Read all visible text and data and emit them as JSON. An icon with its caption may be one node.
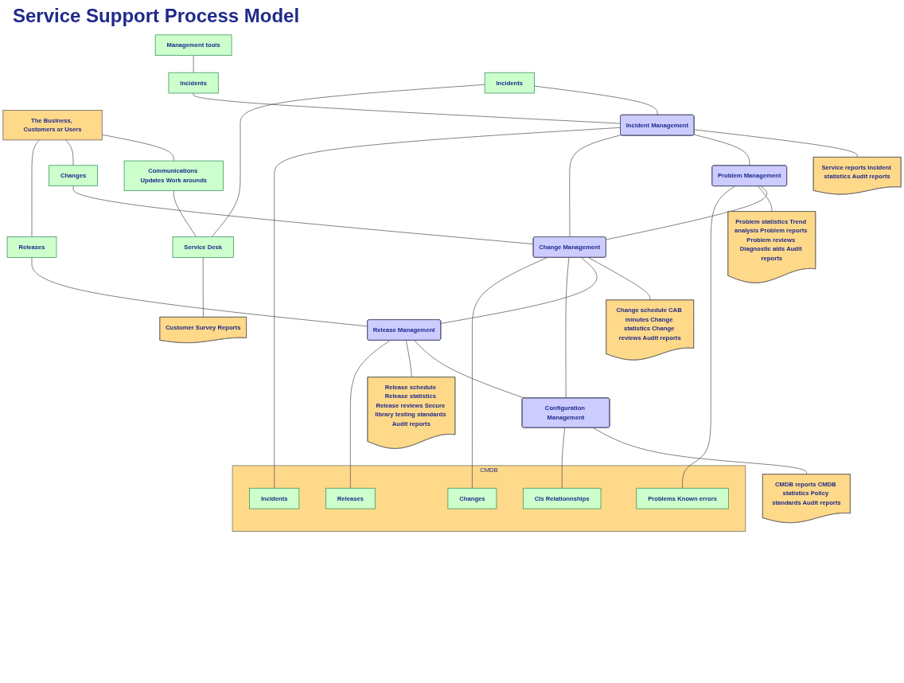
{
  "diagram": {
    "title": "Service Support Process Model",
    "nodes": [
      {
        "text": [
          "The Business, Customers or Users"
        ]
      },
      {
        "text": [
          "Management tools"
        ]
      },
      {
        "text": [
          "Communications Updates Work arounds"
        ]
      },
      {
        "text": [
          "Incidents"
        ]
      },
      {
        "text": [
          "Incidents"
        ]
      },
      {
        "text": [
          "Service Desk"
        ]
      },
      {
        "text": [
          "Customer Survey Reports"
        ]
      },
      {
        "text": [
          "Changes"
        ]
      },
      {
        "text": [
          "Releases"
        ]
      },
      {
        "text": [
          "Incident Management"
        ]
      },
      {
        "text": [
          "Service reports Incident statistics Audit reports"
        ]
      },
      {
        "text": [
          "Problem Management"
        ]
      },
      {
        "text": [
          "Change Management"
        ]
      },
      {
        "text": [
          "Problem statistics Trend analysis Problem reports Problem reviews Diagnostic aids Audit reports"
        ]
      },
      {
        "text": [
          "Change schedule CAB minutes Change statistics Change reviews Audit reports"
        ]
      },
      {
        "text": [
          "Release Management"
        ]
      },
      {
        "text": [
          "Configuration Management"
        ]
      },
      {
        "text": [
          "Release schedule Release statistics Release reviews Secure library testing standards Audit reports"
        ]
      },
      {
        "text": [
          "CMDB reports CMDB statistics Policy standards Audit reports"
        ]
      },
      {
        "text": [
          "CMDB"
        ]
      },
      {
        "text": [
          "Incidents"
        ],
        "in": 19
      },
      {
        "text": [
          "Problems Known errors"
        ],
        "in": 19
      },
      {
        "text": [
          "Changes"
        ],
        "in": 19
      },
      {
        "text": [
          "Releases"
        ],
        "in": 19
      },
      {
        "text": [
          "CIs Relationnships"
        ],
        "in": 19
      }
    ],
    "edges": [
      {
        "from": 0,
        "to": 2,
        "arrow": "none"
      },
      {
        "from": 2,
        "to": 5,
        "arrow": "none"
      },
      {
        "from": 0,
        "to": 7,
        "arrow": "none"
      },
      {
        "from": 0,
        "to": 8,
        "arrow": "none"
      },
      {
        "from": 1,
        "to": 3,
        "arrow": "none"
      },
      {
        "from": 3,
        "to": 9,
        "arrow": "none"
      },
      {
        "from": 4,
        "to": 9,
        "arrow": "none"
      },
      {
        "from": 4,
        "to": 5,
        "arrow": "none"
      },
      {
        "from": 5,
        "to": 6,
        "arrow": "none"
      },
      {
        "from": 7,
        "to": 12,
        "arrow": "none"
      },
      {
        "from": 8,
        "to": 15,
        "arrow": "none"
      },
      {
        "from": 9,
        "to": 10,
        "arrow": "none"
      },
      {
        "from": 9,
        "to": 11,
        "arrow": "none"
      },
      {
        "from": 9,
        "to": 12,
        "arrow": "none"
      },
      {
        "from": 11,
        "to": 12,
        "arrow": "none"
      },
      {
        "from": 11,
        "to": 13,
        "arrow": "none"
      },
      {
        "from": 12,
        "to": 14,
        "arrow": "none"
      },
      {
        "from": 12,
        "to": 15,
        "arrow": "none"
      },
      {
        "from": 12,
        "to": 16,
        "arrow": "none"
      },
      {
        "from": 15,
        "to": 16,
        "arrow": "none"
      },
      {
        "from": 15,
        "to": 17,
        "arrow": "none"
      },
      {
        "from": 16,
        "to": 18,
        "arrow": "none"
      },
      {
        "from": 9,
        "to": 20,
        "arrow": "none"
      },
      {
        "from": 11,
        "to": 21,
        "arrow": "none"
      },
      {
        "from": 12,
        "to": 22,
        "arrow": "none"
      },
      {
        "from": 15,
        "to": 23,
        "arrow": "none"
      },
      {
        "from": 16,
        "to": 24,
        "arrow": "none"
      }
    ]
  }
}
